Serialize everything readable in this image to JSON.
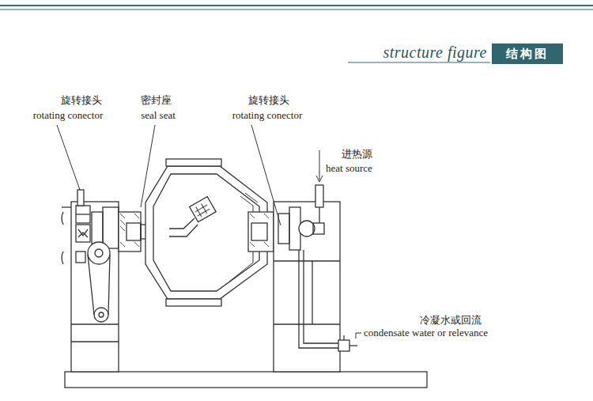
{
  "diagram": {
    "title": "structure figure",
    "nodes": [
      {
        "text": [
          "结构图"
        ]
      }
    ],
    "labels": [
      "旋转接头",
      "rotating conector",
      "密封座",
      "seal seat",
      "旋转接头",
      "rotating conector",
      "进热源",
      "heat source",
      "冷凝水或回流",
      "condensate water or relevance"
    ]
  }
}
